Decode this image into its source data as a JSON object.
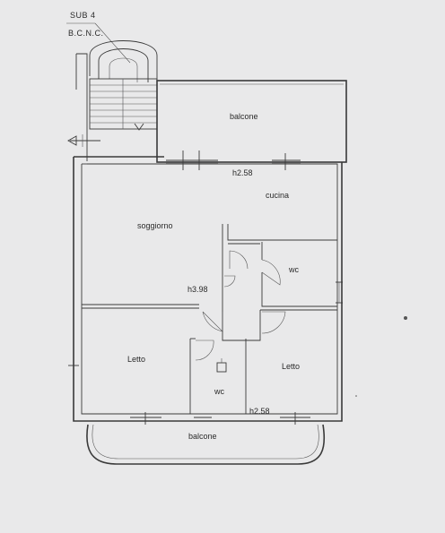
{
  "header": {
    "sub": "SUB 4",
    "bcnc": "B.C.N.C."
  },
  "rooms": {
    "balcone_top": "balcone",
    "cucina": "cucina",
    "soggiorno": "soggiorno",
    "wc_right": "wc",
    "letto_left": "Letto",
    "letto_right": "Letto",
    "wc_center": "wc",
    "balcone_bottom": "balcone"
  },
  "heights": {
    "top": "h2.58",
    "living": "h3.98",
    "bottom": "h2.58"
  },
  "colors": {
    "paper": "#e9e9ea",
    "ink": "#3a3a3a"
  }
}
